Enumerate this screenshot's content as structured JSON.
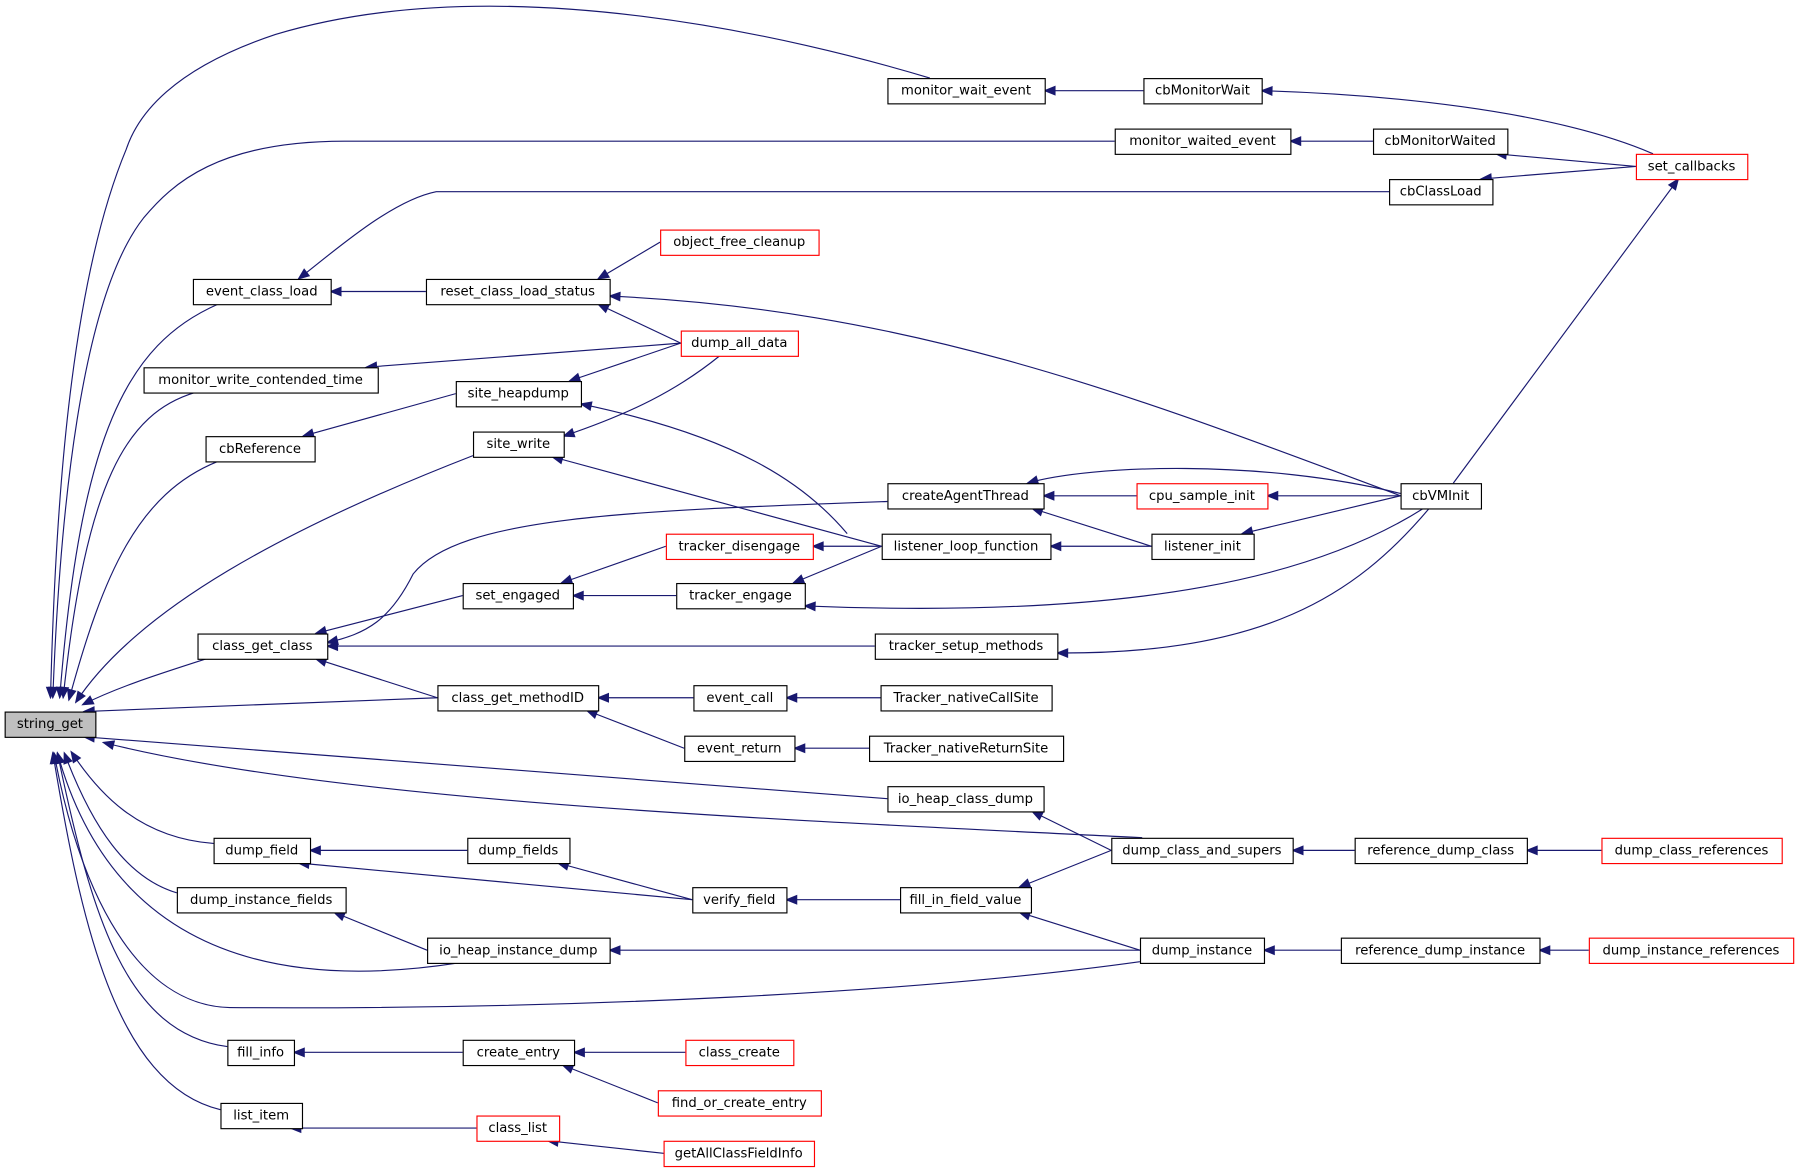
{
  "diagram": {
    "type": "caller-graph",
    "root": "string_get",
    "colors": {
      "edge": "#191970",
      "node_border": "#000000",
      "truncated_node_border": "#ff0000",
      "root_fill": "#bfbfbf",
      "node_fill": "#ffffff"
    },
    "nodes": [
      {
        "id": "string_get",
        "label": "string_get",
        "style": "root"
      },
      {
        "id": "monitor_wait_event",
        "label": "monitor_wait_event",
        "style": "normal"
      },
      {
        "id": "cbMonitorWait",
        "label": "cbMonitorWait",
        "style": "normal"
      },
      {
        "id": "monitor_waited_event",
        "label": "monitor_waited_event",
        "style": "normal"
      },
      {
        "id": "cbMonitorWaited",
        "label": "cbMonitorWaited",
        "style": "normal"
      },
      {
        "id": "set_callbacks",
        "label": "set_callbacks",
        "style": "truncated"
      },
      {
        "id": "cbClassLoad",
        "label": "cbClassLoad",
        "style": "normal"
      },
      {
        "id": "object_free_cleanup",
        "label": "object_free_cleanup",
        "style": "truncated"
      },
      {
        "id": "event_class_load",
        "label": "event_class_load",
        "style": "normal"
      },
      {
        "id": "reset_class_load_status",
        "label": "reset_class_load_status",
        "style": "normal"
      },
      {
        "id": "dump_all_data",
        "label": "dump_all_data",
        "style": "truncated"
      },
      {
        "id": "monitor_write_contended_time",
        "label": "monitor_write_contended_time",
        "style": "normal"
      },
      {
        "id": "site_heapdump",
        "label": "site_heapdump",
        "style": "normal"
      },
      {
        "id": "cbReference",
        "label": "cbReference",
        "style": "normal"
      },
      {
        "id": "site_write",
        "label": "site_write",
        "style": "normal"
      },
      {
        "id": "createAgentThread",
        "label": "createAgentThread",
        "style": "normal"
      },
      {
        "id": "cpu_sample_init",
        "label": "cpu_sample_init",
        "style": "truncated"
      },
      {
        "id": "cbVMInit",
        "label": "cbVMInit",
        "style": "normal"
      },
      {
        "id": "tracker_disengage",
        "label": "tracker_disengage",
        "style": "truncated"
      },
      {
        "id": "listener_loop_function",
        "label": "listener_loop_function",
        "style": "normal"
      },
      {
        "id": "listener_init",
        "label": "listener_init",
        "style": "normal"
      },
      {
        "id": "set_engaged",
        "label": "set_engaged",
        "style": "normal"
      },
      {
        "id": "tracker_engage",
        "label": "tracker_engage",
        "style": "normal"
      },
      {
        "id": "class_get_class",
        "label": "class_get_class",
        "style": "normal"
      },
      {
        "id": "tracker_setup_methods",
        "label": "tracker_setup_methods",
        "style": "normal"
      },
      {
        "id": "class_get_methodID",
        "label": "class_get_methodID",
        "style": "normal"
      },
      {
        "id": "event_call",
        "label": "event_call",
        "style": "normal"
      },
      {
        "id": "Tracker_nativeCallSite",
        "label": "Tracker_nativeCallSite",
        "style": "normal"
      },
      {
        "id": "event_return",
        "label": "event_return",
        "style": "normal"
      },
      {
        "id": "Tracker_nativeReturnSite",
        "label": "Tracker_nativeReturnSite",
        "style": "normal"
      },
      {
        "id": "io_heap_class_dump",
        "label": "io_heap_class_dump",
        "style": "normal"
      },
      {
        "id": "dump_field",
        "label": "dump_field",
        "style": "normal"
      },
      {
        "id": "dump_fields",
        "label": "dump_fields",
        "style": "normal"
      },
      {
        "id": "dump_class_and_supers",
        "label": "dump_class_and_supers",
        "style": "normal"
      },
      {
        "id": "reference_dump_class",
        "label": "reference_dump_class",
        "style": "normal"
      },
      {
        "id": "dump_class_references",
        "label": "dump_class_references",
        "style": "truncated"
      },
      {
        "id": "dump_instance_fields",
        "label": "dump_instance_fields",
        "style": "normal"
      },
      {
        "id": "verify_field",
        "label": "verify_field",
        "style": "normal"
      },
      {
        "id": "fill_in_field_value",
        "label": "fill_in_field_value",
        "style": "normal"
      },
      {
        "id": "io_heap_instance_dump",
        "label": "io_heap_instance_dump",
        "style": "normal"
      },
      {
        "id": "dump_instance",
        "label": "dump_instance",
        "style": "normal"
      },
      {
        "id": "reference_dump_instance",
        "label": "reference_dump_instance",
        "style": "normal"
      },
      {
        "id": "dump_instance_references",
        "label": "dump_instance_references",
        "style": "truncated"
      },
      {
        "id": "fill_info",
        "label": "fill_info",
        "style": "normal"
      },
      {
        "id": "create_entry",
        "label": "create_entry",
        "style": "normal"
      },
      {
        "id": "class_create",
        "label": "class_create",
        "style": "truncated"
      },
      {
        "id": "find_or_create_entry",
        "label": "find_or_create_entry",
        "style": "truncated"
      },
      {
        "id": "list_item",
        "label": "list_item",
        "style": "normal"
      },
      {
        "id": "class_list",
        "label": "class_list",
        "style": "truncated"
      },
      {
        "id": "getAllClassFieldInfo",
        "label": "getAllClassFieldInfo",
        "style": "truncated"
      }
    ],
    "edges": [
      {
        "from": "monitor_wait_event",
        "to": "string_get"
      },
      {
        "from": "monitor_waited_event",
        "to": "string_get"
      },
      {
        "from": "event_class_load",
        "to": "string_get"
      },
      {
        "from": "monitor_write_contended_time",
        "to": "string_get"
      },
      {
        "from": "cbReference",
        "to": "string_get"
      },
      {
        "from": "site_write",
        "to": "string_get"
      },
      {
        "from": "class_get_class",
        "to": "string_get"
      },
      {
        "from": "class_get_methodID",
        "to": "string_get"
      },
      {
        "from": "io_heap_class_dump",
        "to": "string_get"
      },
      {
        "from": "dump_class_and_supers",
        "to": "string_get"
      },
      {
        "from": "dump_field",
        "to": "string_get"
      },
      {
        "from": "dump_instance_fields",
        "to": "string_get"
      },
      {
        "from": "io_heap_instance_dump",
        "to": "string_get"
      },
      {
        "from": "dump_instance",
        "to": "string_get"
      },
      {
        "from": "fill_info",
        "to": "string_get"
      },
      {
        "from": "list_item",
        "to": "string_get"
      },
      {
        "from": "cbMonitorWait",
        "to": "monitor_wait_event"
      },
      {
        "from": "set_callbacks",
        "to": "cbMonitorWait"
      },
      {
        "from": "cbMonitorWaited",
        "to": "monitor_waited_event"
      },
      {
        "from": "set_callbacks",
        "to": "cbMonitorWaited"
      },
      {
        "from": "set_callbacks",
        "to": "cbClassLoad"
      },
      {
        "from": "cbClassLoad",
        "to": "event_class_load"
      },
      {
        "from": "reset_class_load_status",
        "to": "event_class_load"
      },
      {
        "from": "object_free_cleanup",
        "to": "reset_class_load_status"
      },
      {
        "from": "dump_all_data",
        "to": "reset_class_load_status"
      },
      {
        "from": "cbVMInit",
        "to": "reset_class_load_status"
      },
      {
        "from": "dump_all_data",
        "to": "monitor_write_contended_time"
      },
      {
        "from": "site_heapdump",
        "to": "cbReference"
      },
      {
        "from": "dump_all_data",
        "to": "site_heapdump"
      },
      {
        "from": "listener_loop_function",
        "to": "site_heapdump"
      },
      {
        "from": "dump_all_data",
        "to": "site_write"
      },
      {
        "from": "listener_loop_function",
        "to": "site_write"
      },
      {
        "from": "cbVMInit",
        "to": "set_callbacks"
      },
      {
        "from": "cpu_sample_init",
        "to": "createAgentThread"
      },
      {
        "from": "cbVMInit",
        "to": "createAgentThread"
      },
      {
        "from": "listener_init",
        "to": "createAgentThread"
      },
      {
        "from": "cbVMInit",
        "to": "cpu_sample_init"
      },
      {
        "from": "cbVMInit",
        "to": "listener_init"
      },
      {
        "from": "listener_init",
        "to": "listener_loop_function"
      },
      {
        "from": "listener_loop_function",
        "to": "tracker_disengage"
      },
      {
        "from": "listener_loop_function",
        "to": "tracker_engage"
      },
      {
        "from": "cbVMInit",
        "to": "tracker_engage"
      },
      {
        "from": "tracker_disengage",
        "to": "set_engaged"
      },
      {
        "from": "tracker_engage",
        "to": "set_engaged"
      },
      {
        "from": "set_engaged",
        "to": "class_get_class"
      },
      {
        "from": "createAgentThread",
        "to": "class_get_class"
      },
      {
        "from": "tracker_setup_methods",
        "to": "class_get_class"
      },
      {
        "from": "class_get_methodID",
        "to": "class_get_class"
      },
      {
        "from": "cbVMInit",
        "to": "tracker_setup_methods"
      },
      {
        "from": "event_call",
        "to": "class_get_methodID"
      },
      {
        "from": "event_return",
        "to": "class_get_methodID"
      },
      {
        "from": "Tracker_nativeCallSite",
        "to": "event_call"
      },
      {
        "from": "Tracker_nativeReturnSite",
        "to": "event_return"
      },
      {
        "from": "dump_class_and_supers",
        "to": "io_heap_class_dump"
      },
      {
        "from": "dump_fields",
        "to": "dump_field"
      },
      {
        "from": "verify_field",
        "to": "dump_field"
      },
      {
        "from": "verify_field",
        "to": "dump_fields"
      },
      {
        "from": "fill_in_field_value",
        "to": "verify_field"
      },
      {
        "from": "dump_class_and_supers",
        "to": "fill_in_field_value"
      },
      {
        "from": "dump_instance",
        "to": "fill_in_field_value"
      },
      {
        "from": "reference_dump_class",
        "to": "dump_class_and_supers"
      },
      {
        "from": "dump_class_references",
        "to": "reference_dump_class"
      },
      {
        "from": "io_heap_instance_dump",
        "to": "dump_instance_fields"
      },
      {
        "from": "dump_instance",
        "to": "io_heap_instance_dump"
      },
      {
        "from": "reference_dump_instance",
        "to": "dump_instance"
      },
      {
        "from": "dump_instance_references",
        "to": "reference_dump_instance"
      },
      {
        "from": "create_entry",
        "to": "fill_info"
      },
      {
        "from": "class_create",
        "to": "create_entry"
      },
      {
        "from": "find_or_create_entry",
        "to": "create_entry"
      },
      {
        "from": "class_list",
        "to": "list_item"
      },
      {
        "from": "getAllClassFieldInfo",
        "to": "class_list"
      }
    ]
  }
}
